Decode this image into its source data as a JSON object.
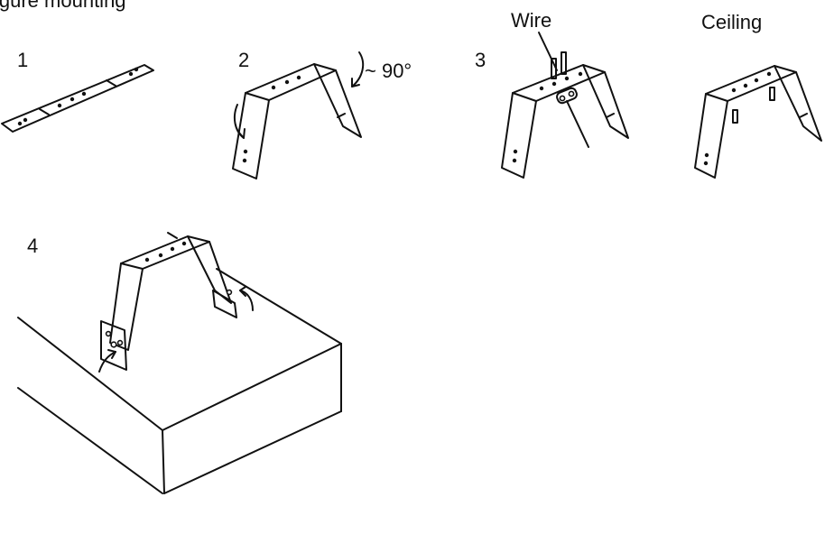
{
  "header_fragment": "igure mounting",
  "steps": [
    "1",
    "2",
    "3",
    "4"
  ],
  "angle_label": "~ 90°",
  "wire_label": "Wire",
  "ceiling_label": "Ceiling",
  "colors": {
    "line": "#111111",
    "background": "#ffffff"
  }
}
